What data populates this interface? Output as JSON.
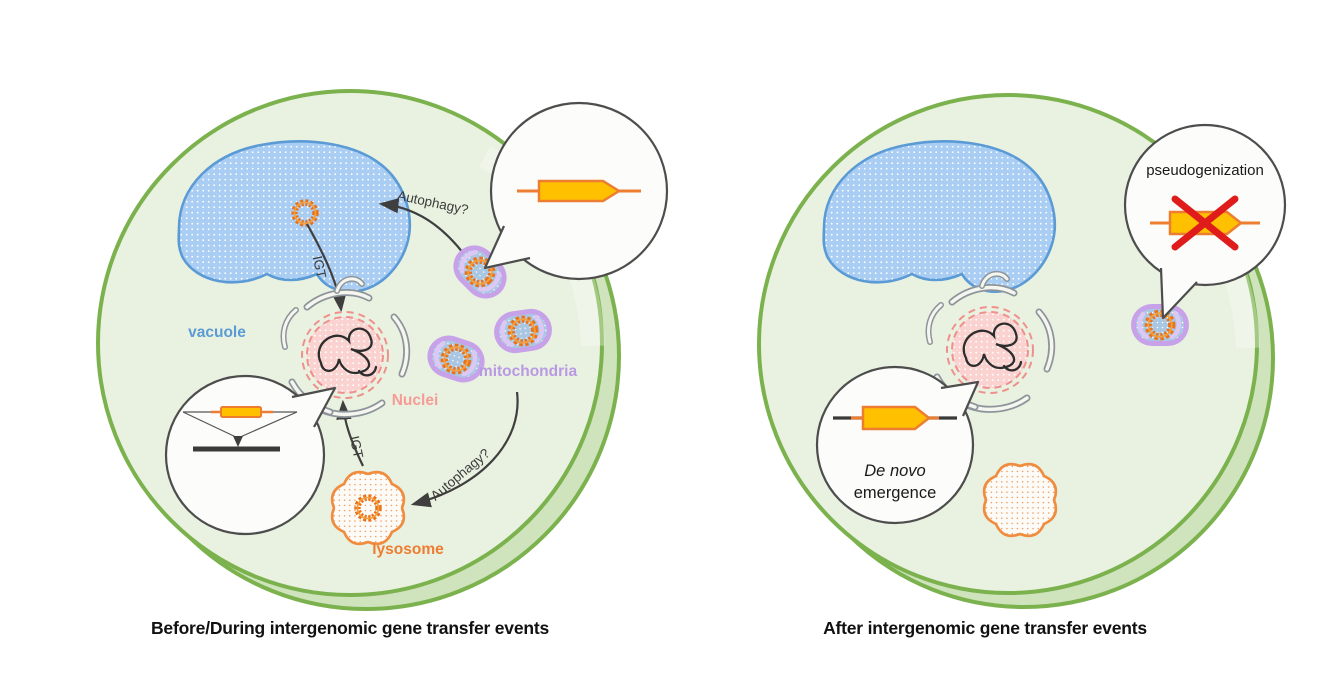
{
  "figure": {
    "left_panel": {
      "caption": "Before/During intergenomic gene transfer events",
      "organelle_labels": {
        "vacuole": "vacuole",
        "nuclei": "Nuclei",
        "mitochondria": "mitochondria",
        "lysosome": "lysosome"
      },
      "process_labels": {
        "autophagy_vacuole": "Autophagy?",
        "igt_vacuole_nucleus": "IGT",
        "igt_lysosome_nucleus": "IGT",
        "autophagy_lysosome": "Autophagy?"
      }
    },
    "right_panel": {
      "caption": "After intergenomic gene transfer events",
      "bubble_labels": {
        "pseudogenization": "pseudogenization",
        "de_novo_line1": "De novo",
        "de_novo_line2": "emergence"
      }
    },
    "icons": {
      "circular_dna": "circular-dna-icon",
      "gene": "gene-icon",
      "red_cross": "red-cross-icon"
    },
    "colors": {
      "cell_border": "#7bb24d",
      "cell_fill": "#e9f1e0",
      "cell_shadow_fill": "#cfe3bd",
      "vacuole_border": "#5b9bd5",
      "vacuole_fill": "#a9cdf3",
      "nucleus_border": "#f0908c",
      "nucleus_fill": "#fad3d0",
      "nuclei_label": "#f59c96",
      "mitochondria_border": "#c7a2e8",
      "mitochondria_fill": "#a9c6e3",
      "mitochondria_label": "#b999e3",
      "lysosome": "#ef8c3f",
      "gene_fill": "#ffc000",
      "gene_stroke": "#ed7d31",
      "dna_ring": "#e8731c",
      "red_cross": "#e01b1b",
      "arrow": "#3f3f3f"
    }
  }
}
